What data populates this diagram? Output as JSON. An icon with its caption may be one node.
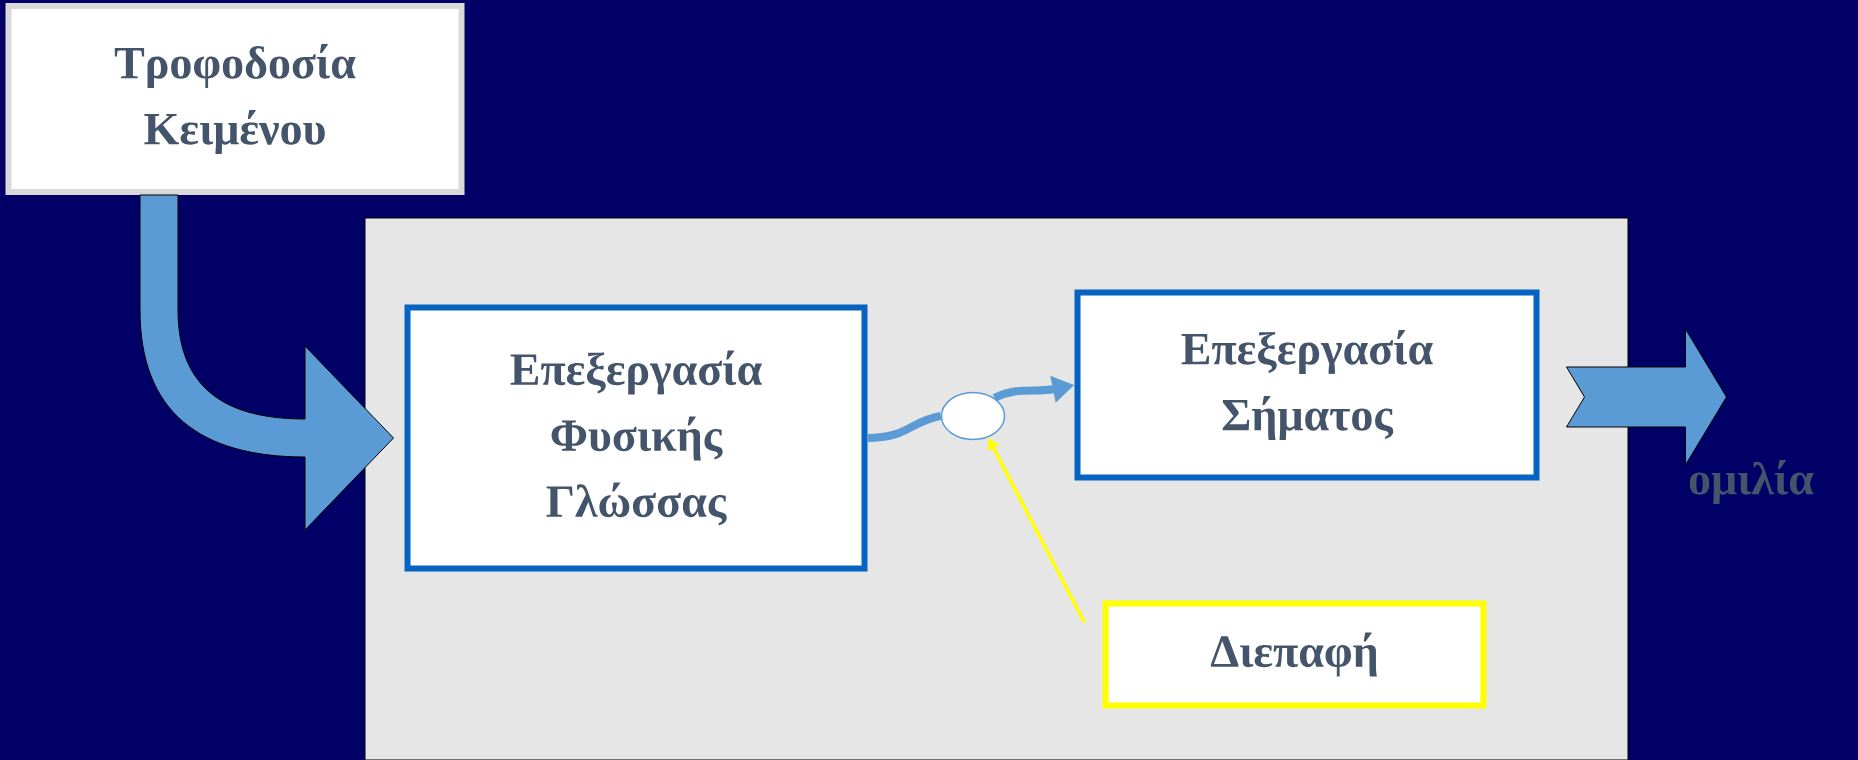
{
  "diagram": {
    "nodes": [
      {
        "text": [
          "Τροφοδοσία Κειμένου"
        ]
      },
      {
        "text": [],
        "shape": "box"
      },
      {
        "text": [
          "Επεξεργασία Φυσικής Γλώσσας"
        ],
        "in": 1
      },
      {
        "text": [
          "Επεξεργασία Σήματος"
        ],
        "in": 1
      },
      {
        "text": [],
        "shape": "circle",
        "in": 1
      },
      {
        "text": [
          "Διεπαφή"
        ],
        "in": 1
      }
    ],
    "edges": [
      {
        "from": 0,
        "to": 2,
        "arrow": "to",
        "style": "thick"
      },
      {
        "from": 2,
        "to": 4,
        "arrow": "none"
      },
      {
        "from": 4,
        "to": 3,
        "arrow": "to"
      },
      {
        "from": 5,
        "to": 4,
        "arrow": "to",
        "color": "#ffff00"
      },
      {
        "from": 3,
        "to": null,
        "arrow": "to",
        "style": "thick"
      }
    ],
    "labels": [
      "ομιλία"
    ]
  }
}
